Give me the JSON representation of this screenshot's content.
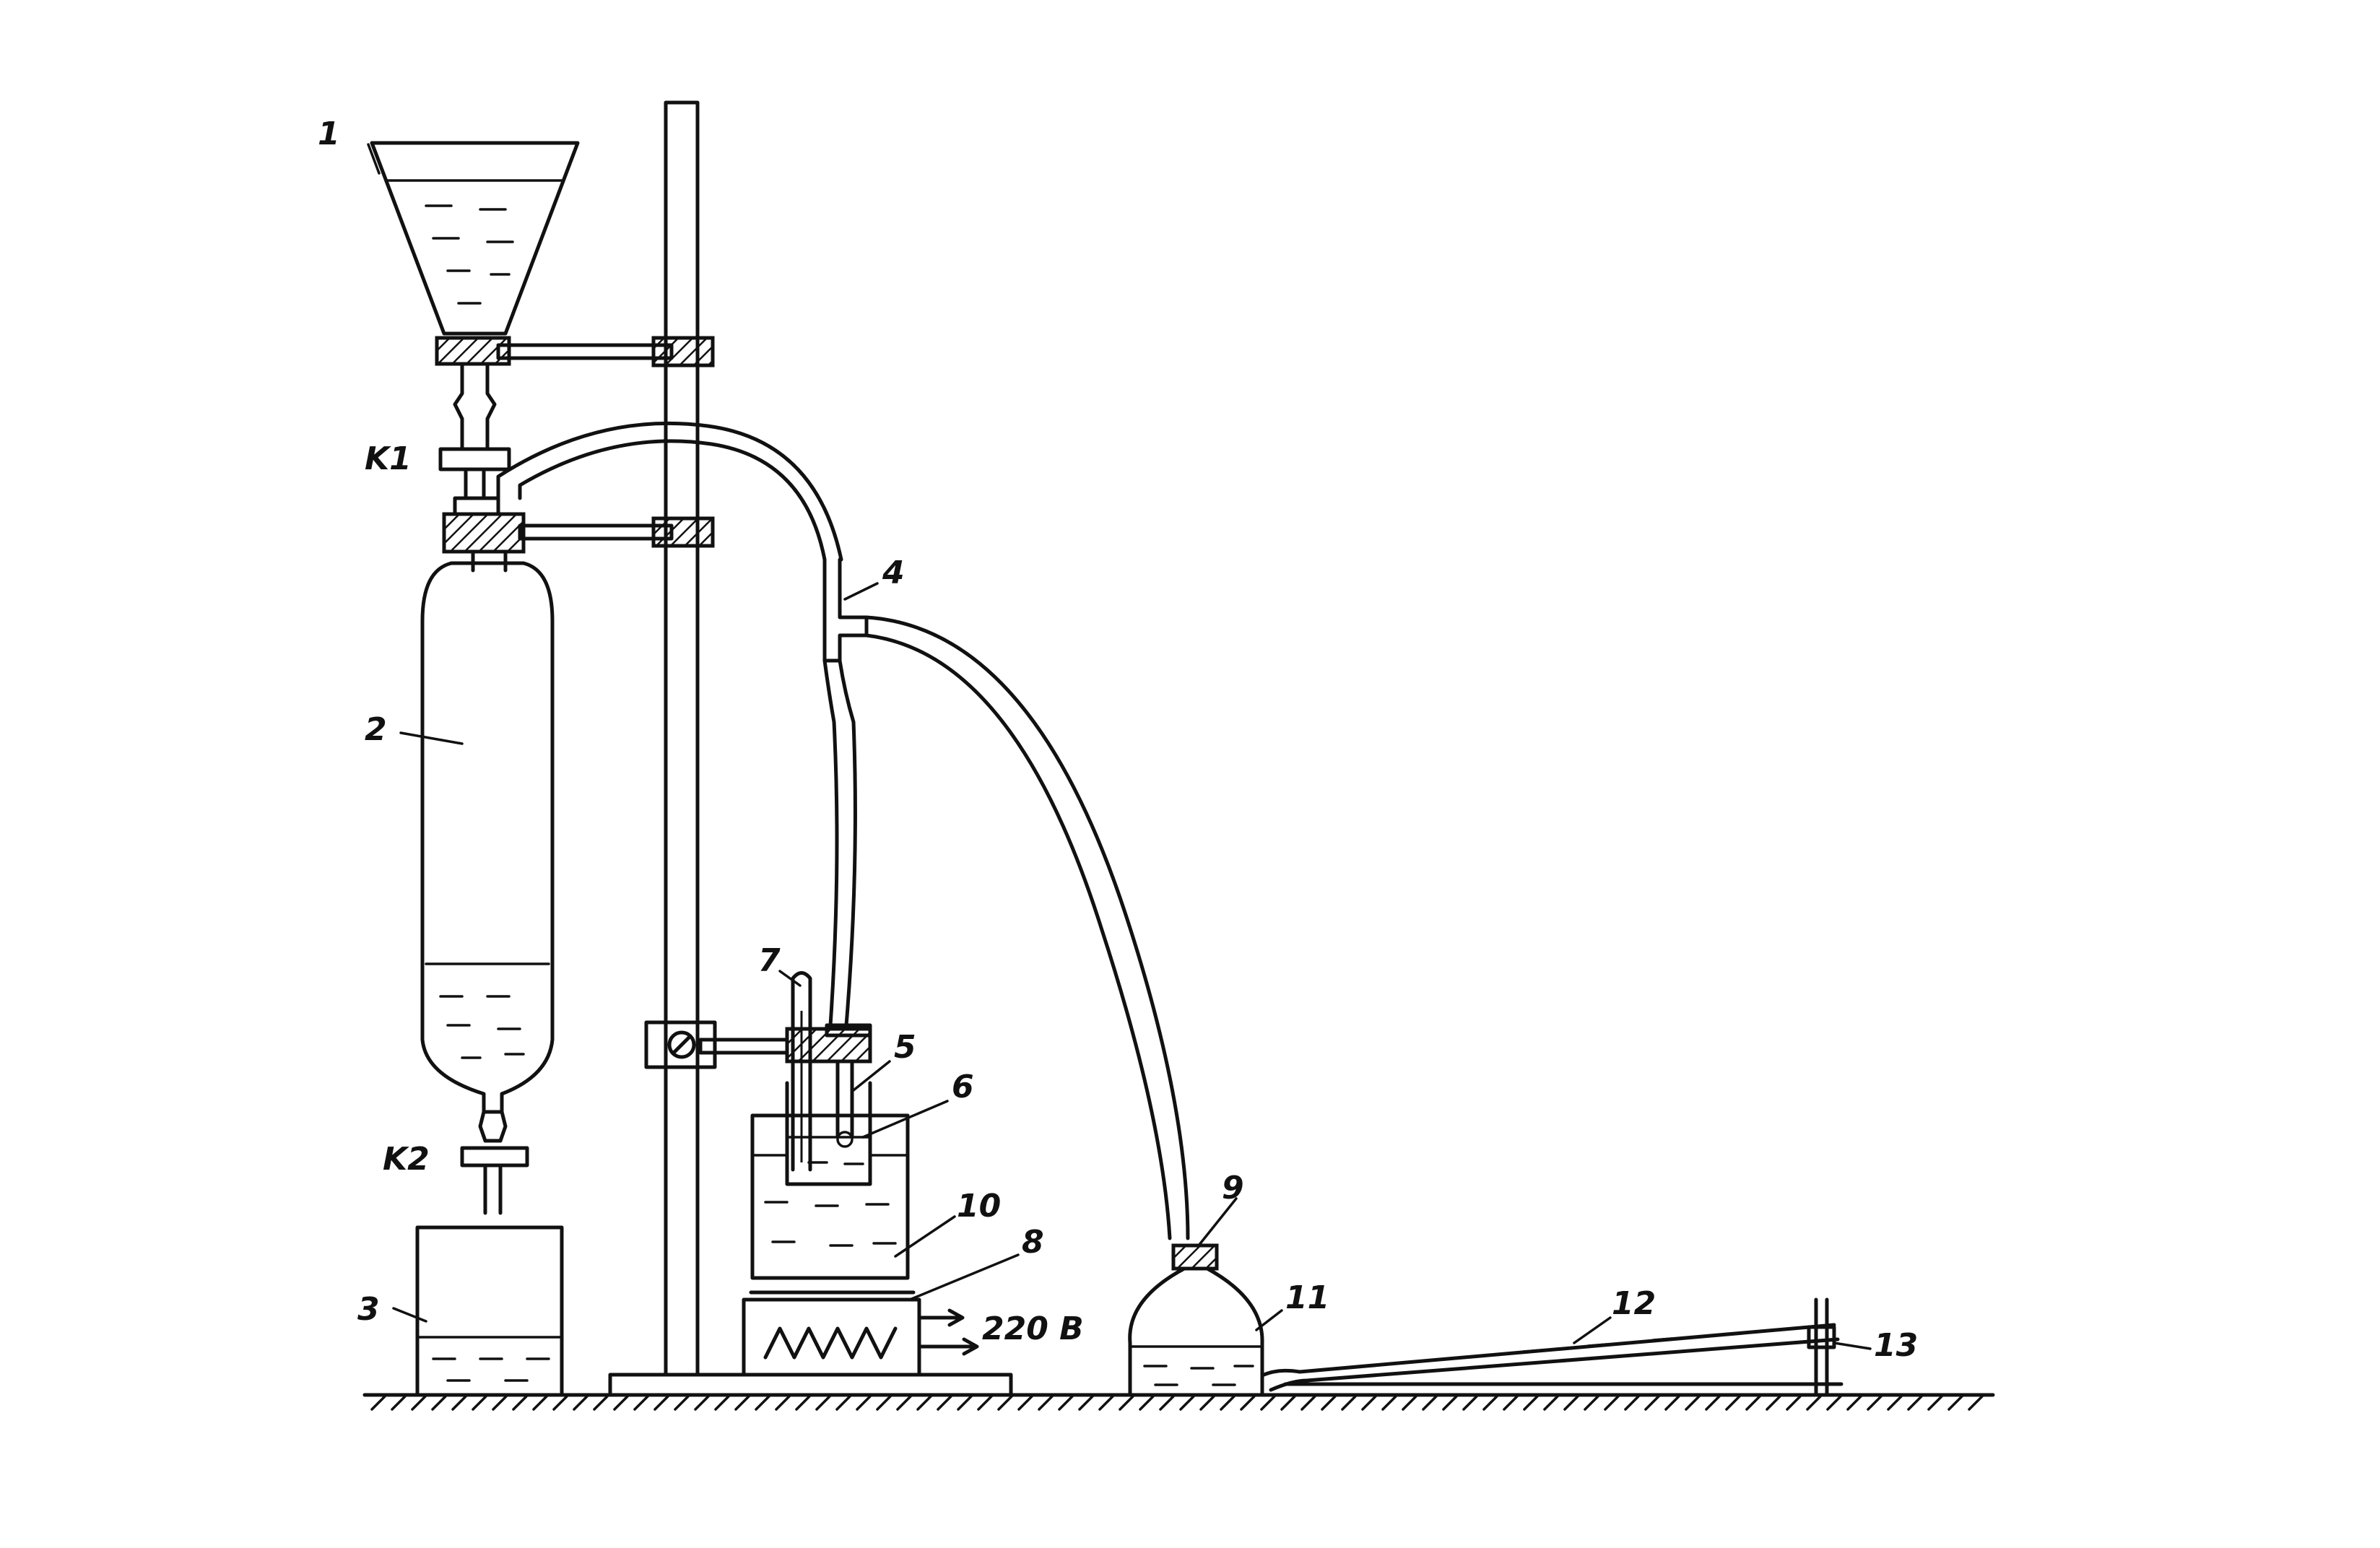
{
  "labels": {
    "funnel": "1",
    "cylinder": "2",
    "beaker": "3",
    "tee": "4",
    "tube": "5",
    "vessel": "6",
    "thermometer": "7",
    "heater": "8",
    "flask_outlet": "9",
    "bath": "10",
    "flask": "11",
    "tray": "12",
    "support": "13",
    "valve_k1": "K1",
    "valve_k2": "K2",
    "voltage": "220 B"
  }
}
